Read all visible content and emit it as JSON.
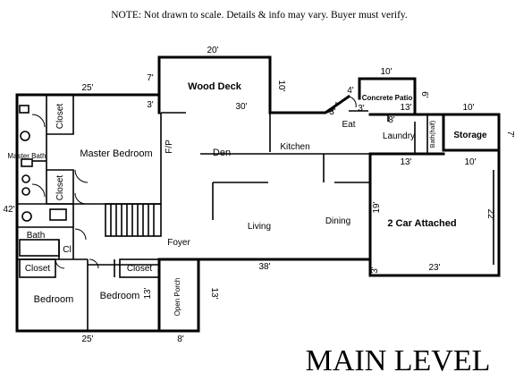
{
  "note": "NOTE: Not drawn to scale.  Details & info may vary. Buyer must verify.",
  "level_title": "MAIN LEVEL",
  "rooms": {
    "wood_deck": "Wood Deck",
    "master_bedroom": "Master Bedroom",
    "master_bath": "Master Bath",
    "closet_master_top": "Closet",
    "closet_master_bottom": "Closet",
    "den": "Den",
    "fireplace": "F/P",
    "kitchen": "Kitchen",
    "eat": "Eat",
    "concrete_patio": "Concrete Patio",
    "laundry": "Laundry",
    "half_bath": "Bath(half)",
    "storage": "Storage",
    "living": "Living",
    "dining": "Dining",
    "garage": "2 Car Attached",
    "foyer": "Foyer",
    "bath": "Bath",
    "cl": "Cl",
    "closet_bed1": "Closet",
    "closet_bed2": "Closet",
    "bedroom1": "Bedroom",
    "bedroom2": "Bedroom",
    "open_porch": "Open Porch"
  },
  "dimensions": {
    "deck_width": "20'",
    "deck_left_depth": "7'",
    "deck_right_depth": "10'",
    "deck_bottom": "30'",
    "master_wing_width": "25'",
    "master_wing_depth": "3'",
    "house_depth": "42'",
    "patio_width": "10'",
    "patio_depth": "6'",
    "patio_side": "4'",
    "eat_side": "3'",
    "eat_side_2": "3'",
    "laundry_top": "13'",
    "laundry_width": "8'",
    "storage_width": "10'",
    "storage_depth": "7'",
    "garage_top_left": "13'",
    "garage_top_right": "10'",
    "garage_left_depth": "19'",
    "garage_right_depth": "22'",
    "garage_bottom_left": "3'",
    "garage_bottom": "23'",
    "front_width": "38'",
    "bedroom2_depth": "13'",
    "porch_depth": "13'",
    "bedroom_wing_width": "25'",
    "porch_width": "8'"
  }
}
